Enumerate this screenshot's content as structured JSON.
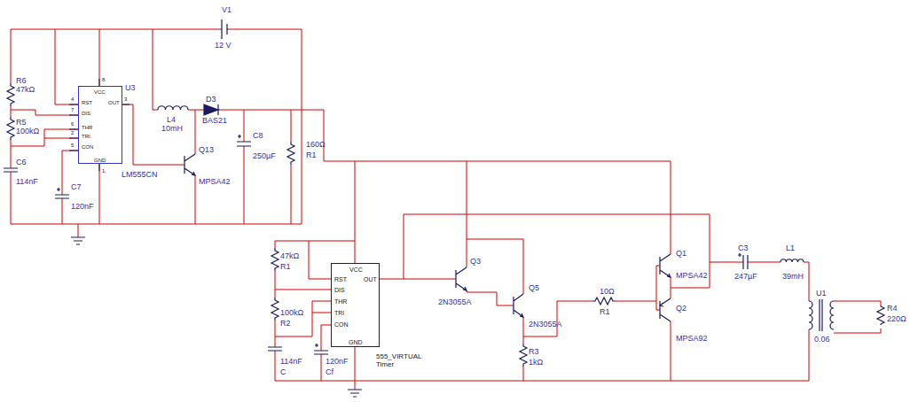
{
  "diagram": {
    "nodes": [
      {
        "text": [
          "U3",
          "VCC",
          "RST",
          "OUT",
          "DIS",
          "THR",
          "TRI",
          "CON",
          "GND",
          "LM555CN"
        ]
      },
      {
        "text": [
          "VCC",
          "RST",
          "DIS",
          "THR",
          "TRI",
          "CON",
          "OUT",
          "GND",
          "555_VIRTUAL Timer"
        ]
      }
    ],
    "labels": [
      "V1",
      "12 V",
      "R6",
      "47kΩ",
      "R5",
      "100kΩ",
      "C6",
      "114nF",
      "C7",
      "120nF",
      "L4",
      "10mH",
      "D3",
      "BAS21",
      "C8",
      "250µF",
      "Q13",
      "MPSA42",
      "160Ω",
      "R1",
      "47kΩ",
      "R1",
      "100kΩ",
      "R2",
      "114nF",
      "C",
      "120nF",
      "Cf",
      "Q3",
      "2N3055A",
      "Q5",
      "2N3055A",
      "R3",
      "1kΩ",
      "10Ω",
      "R1",
      "Q1",
      "MPSA42",
      "Q2",
      "MPSA92",
      "C3",
      "247µF",
      "L1",
      "39mH",
      "U1",
      "0.06",
      "R4",
      "220Ω",
      "8",
      "4",
      "3",
      "7",
      "6",
      "2",
      "5",
      "1"
    ]
  }
}
